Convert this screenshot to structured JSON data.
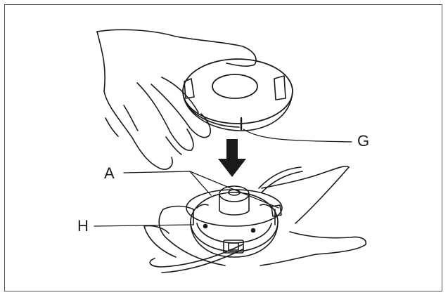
{
  "figure": {
    "callouts": {
      "g": "G",
      "a": "A",
      "h": "H"
    },
    "colors": {
      "line": "#1a1a1a",
      "frame": "#555555",
      "background": "#ffffff"
    }
  }
}
